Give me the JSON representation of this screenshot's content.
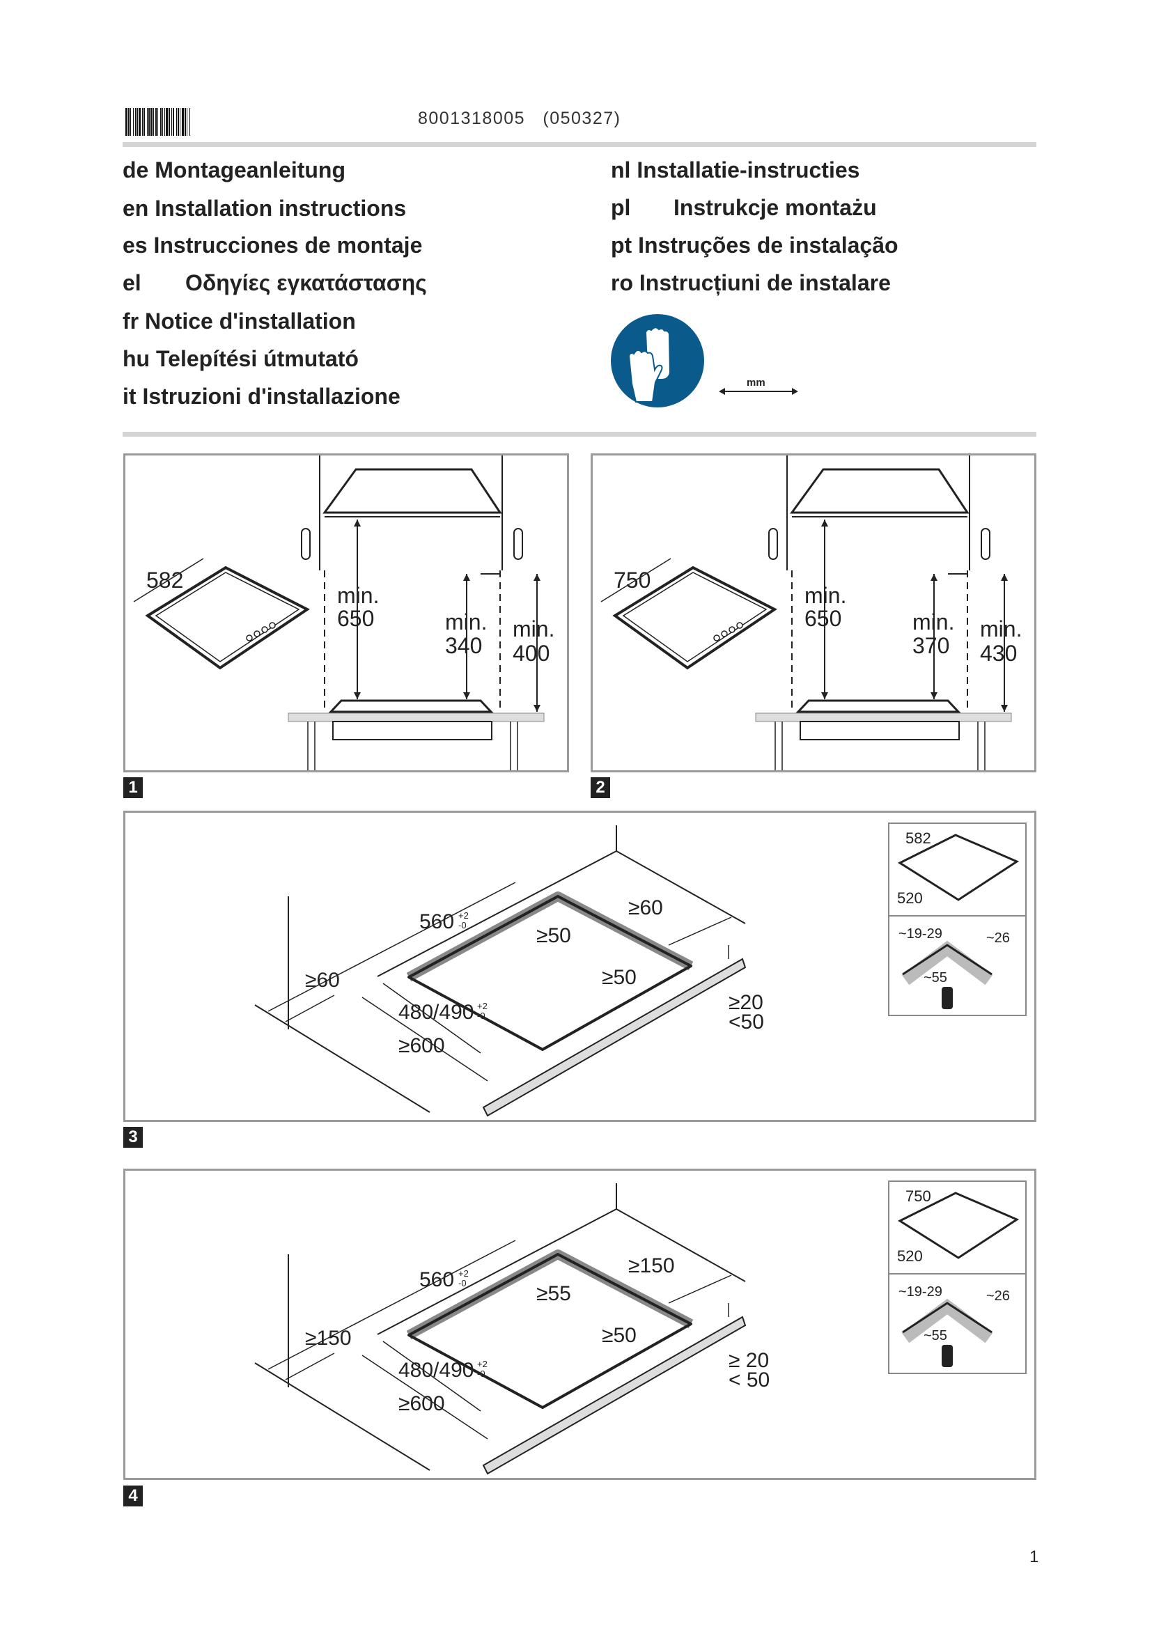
{
  "header": {
    "barcode_label": "8001318005",
    "document_number": "8001318005",
    "revision": "(050327)"
  },
  "languages_left": [
    {
      "code": "de",
      "title": "Montageanleitung"
    },
    {
      "code": "en",
      "title": "Installation instructions"
    },
    {
      "code": "es",
      "title": "Instrucciones de montaje"
    },
    {
      "code": "el",
      "title": "Οδηγίες εγκατάστασης"
    },
    {
      "code": "fr",
      "title": "Notice d'installation"
    },
    {
      "code": "hu",
      "title": "Telepítési útmutató"
    },
    {
      "code": "it",
      "title": "Istruzioni d'installazione"
    }
  ],
  "languages_right": [
    {
      "code": "nl",
      "title": "Installatie-instructies"
    },
    {
      "code": "pl",
      "title": "Instrukcje montażu"
    },
    {
      "code": "pt",
      "title": "Instruções de instalação"
    },
    {
      "code": "ro",
      "title": "Instrucțiuni de instalare"
    }
  ],
  "icons": {
    "gloves": "protective-gloves-icon",
    "unit": "mm"
  },
  "colors": {
    "gloves_blue": "#0b5a8c",
    "rule_gray": "#d4d4d4",
    "frame_gray": "#9a9a9a"
  },
  "figures": [
    {
      "number": "1",
      "hob_width": "582",
      "min_label": "min.",
      "hood_clearance": "650",
      "side_clearance": "340",
      "cabinet_clearance": "400"
    },
    {
      "number": "2",
      "hob_width": "750",
      "min_label": "min.",
      "hood_clearance": "650",
      "side_clearance": "370",
      "cabinet_clearance": "430"
    },
    {
      "number": "3",
      "cutout_width": "560",
      "tol_plus": "+2",
      "tol_minus": "-0",
      "cutout_depth": "480/490",
      "back_clearance": "≥50",
      "wall_right": "≥60",
      "wall_left": "≥60",
      "front_clearance": "≥50",
      "depth_min": "≥600",
      "edge_min": "≥20",
      "edge_max": "<50",
      "inset_width": "582",
      "inset_depth": "520",
      "worktop_range": "~19-29",
      "clip_width": "~26",
      "clip_height": "~55"
    },
    {
      "number": "4",
      "cutout_width": "560",
      "tol_plus": "+2",
      "tol_minus": "-0",
      "cutout_depth": "480/490",
      "back_clearance": "≥55",
      "wall_right": "≥150",
      "wall_left": "≥150",
      "front_clearance": "≥50",
      "depth_min": "≥600",
      "edge_min": "≥ 20",
      "edge_max": "< 50",
      "inset_width": "750",
      "inset_depth": "520",
      "worktop_range": "~19-29",
      "clip_width": "~26",
      "clip_height": "~55"
    }
  ],
  "page_number": "1"
}
